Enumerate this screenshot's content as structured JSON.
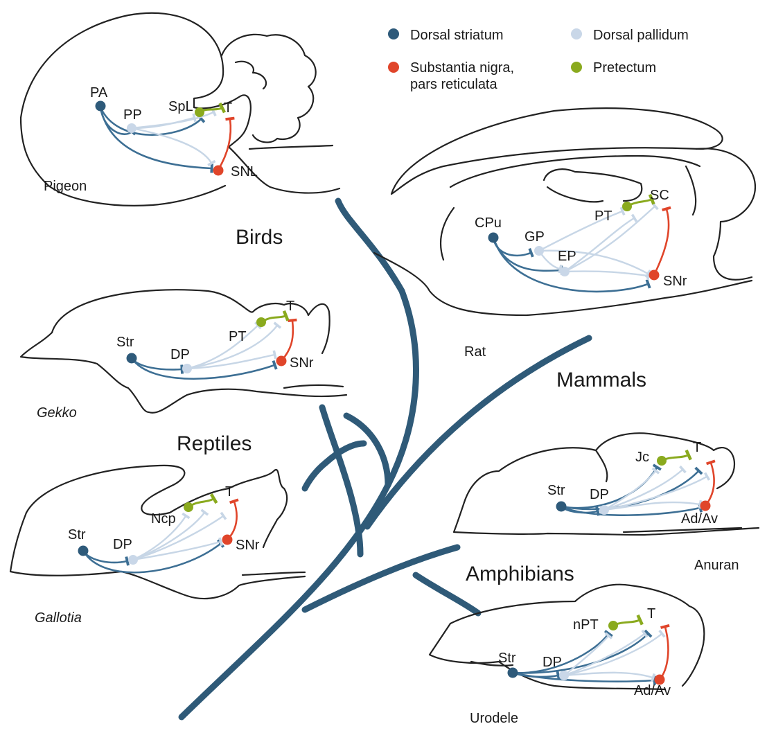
{
  "legend": {
    "dorsal_striatum": "Dorsal striatum",
    "dorsal_pallidum": "Dorsal pallidum",
    "snr_line1": "Substantia nigra,",
    "snr_line2": "pars reticulata",
    "pretectum": "Pretectum"
  },
  "groups": {
    "birds": "Birds",
    "mammals": "Mammals",
    "reptiles": "Reptiles",
    "amphibians": "Amphibians"
  },
  "species": {
    "pigeon": "Pigeon",
    "rat": "Rat",
    "gekko": "Gekko",
    "gallotia": "Gallotia",
    "anuran": "Anuran",
    "urodele": "Urodele"
  },
  "pigeon": {
    "striatum": "PA",
    "pallidum": "PP",
    "pretectum": "SpL",
    "tectum": "T",
    "nigra": "SNL"
  },
  "rat": {
    "striatum": "CPu",
    "pallidum1": "GP",
    "pallidum2": "EP",
    "pretectum": "PT",
    "tectum": "SC",
    "nigra": "SNr"
  },
  "gekko": {
    "striatum": "Str",
    "pallidum": "DP",
    "pretectum": "PT",
    "tectum": "T",
    "nigra": "SNr"
  },
  "gallotia": {
    "striatum": "Str",
    "pallidum": "DP",
    "pretectum": "Ncp",
    "tectum": "T",
    "nigra": "SNr"
  },
  "anuran": {
    "striatum": "Str",
    "pallidum": "DP",
    "pretectum": "Jc",
    "tectum": "T",
    "nigra": "Ad/Av"
  },
  "urodele": {
    "striatum": "Str",
    "pallidum": "DP",
    "pretectum": "nPT",
    "tectum": "T",
    "nigra": "Ad/Av"
  },
  "colors": {
    "striatum": "#2e5a7a",
    "pallidum": "#c9d7e8",
    "nigra": "#e0452a",
    "pretectum": "#8aaa1e",
    "tree": "#2f5a78"
  }
}
